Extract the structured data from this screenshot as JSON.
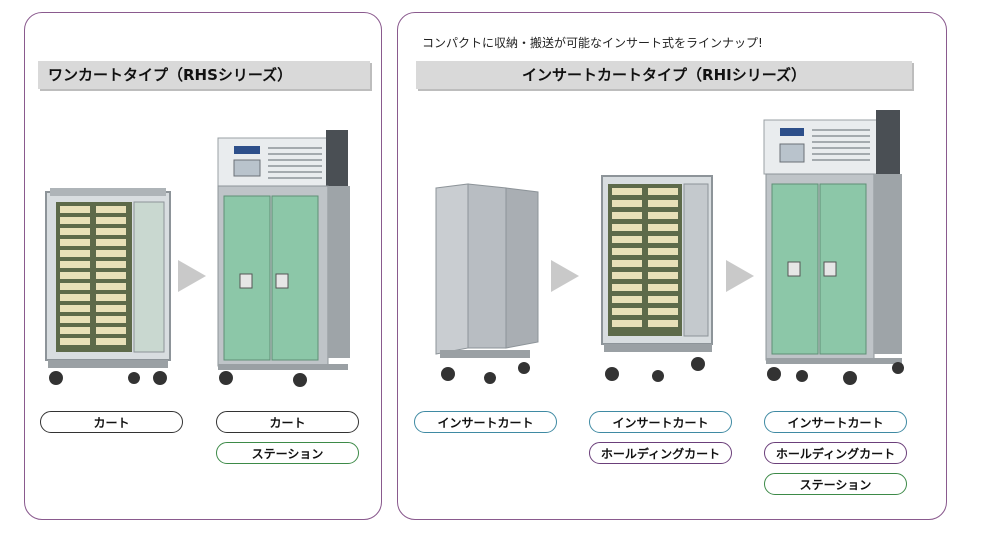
{
  "left_panel": {
    "title": "ワンカートタイプ（RHSシリーズ）",
    "cart_label": "カート",
    "station_labels": [
      "カート",
      "ステーション"
    ]
  },
  "right_panel": {
    "tagline": "コンパクトに収納・搬送が可能なインサート式をラインナップ!",
    "title": "インサートカートタイプ（RHIシリーズ）",
    "col1_labels": [
      "インサートカート"
    ],
    "col2_labels": [
      "インサートカート",
      "ホールディングカート"
    ],
    "col3_labels": [
      "インサートカート",
      "ホールディングカート",
      "ステーション"
    ]
  },
  "colors": {
    "panel_border": "#8a5a8e",
    "pill_blue": "#3f8aa3",
    "pill_purple": "#6b3f7a",
    "pill_green": "#3d8a48",
    "door_green": "#8cc7a8",
    "arrow": "#c9c9c9"
  }
}
